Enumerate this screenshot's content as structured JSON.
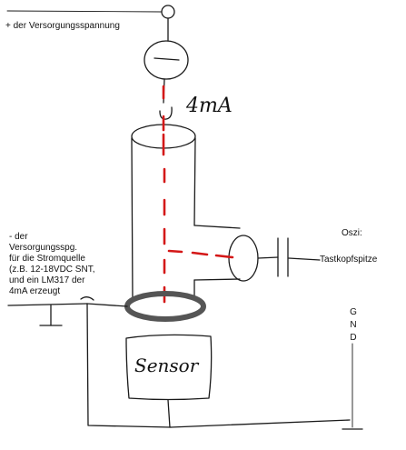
{
  "labels": {
    "supply_plus": "+ der Versorgungsspannung",
    "supply_minus_lines": [
      "- der",
      "Versorgungsspg.",
      "für die Stromquelle",
      "(z.B. 12-18VDC SNT,",
      "und ein LM317 der",
      "4mA erzeugt"
    ],
    "current": "4mA",
    "oszi": "Oszi:",
    "probe_tip": "Tastkopfspitze",
    "gnd_letters": [
      "G",
      "N",
      "D"
    ],
    "sensor": "Sensor"
  },
  "colors": {
    "ink": "#1a1a1a",
    "current_path": "#d41818",
    "ring": "#555555"
  },
  "icons": {
    "terminal": "circle-terminal",
    "current_source": "current-source-circle",
    "ground": "ground-symbol",
    "capacitor": "capacitor"
  }
}
